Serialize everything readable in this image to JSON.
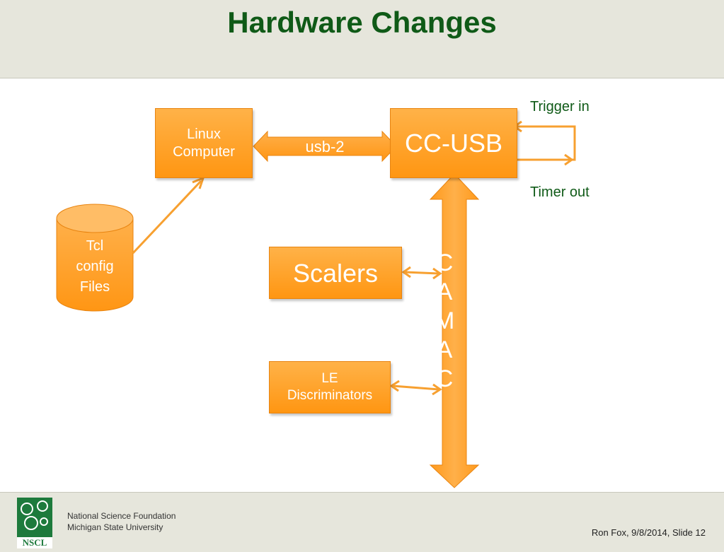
{
  "slide": {
    "title": "Hardware Changes",
    "footer": {
      "logo_text": "NSCL",
      "org_line1": "National Science Foundation",
      "org_line2": "Michigan State University",
      "slide_info": "Ron Fox, 9/8/2014, Slide 12"
    }
  },
  "diagram": {
    "linux_computer": [
      "Linux",
      "Computer"
    ],
    "usb_label": "usb-2",
    "cc_usb": "CC-USB",
    "trigger_in": "Trigger in",
    "timer_out": "Timer out",
    "tcl_files": [
      "Tcl",
      "config",
      "Files"
    ],
    "scalers": "Scalers",
    "le_discriminators": [
      "LE",
      "Discriminators"
    ],
    "camac": [
      "C",
      "A",
      "M",
      "A",
      "C"
    ]
  },
  "colors": {
    "title_green": "#0f5a17",
    "box_orange": "#ff9f24",
    "arrow_orange": "#f7a030",
    "header_bg": "#e6e6dc"
  }
}
